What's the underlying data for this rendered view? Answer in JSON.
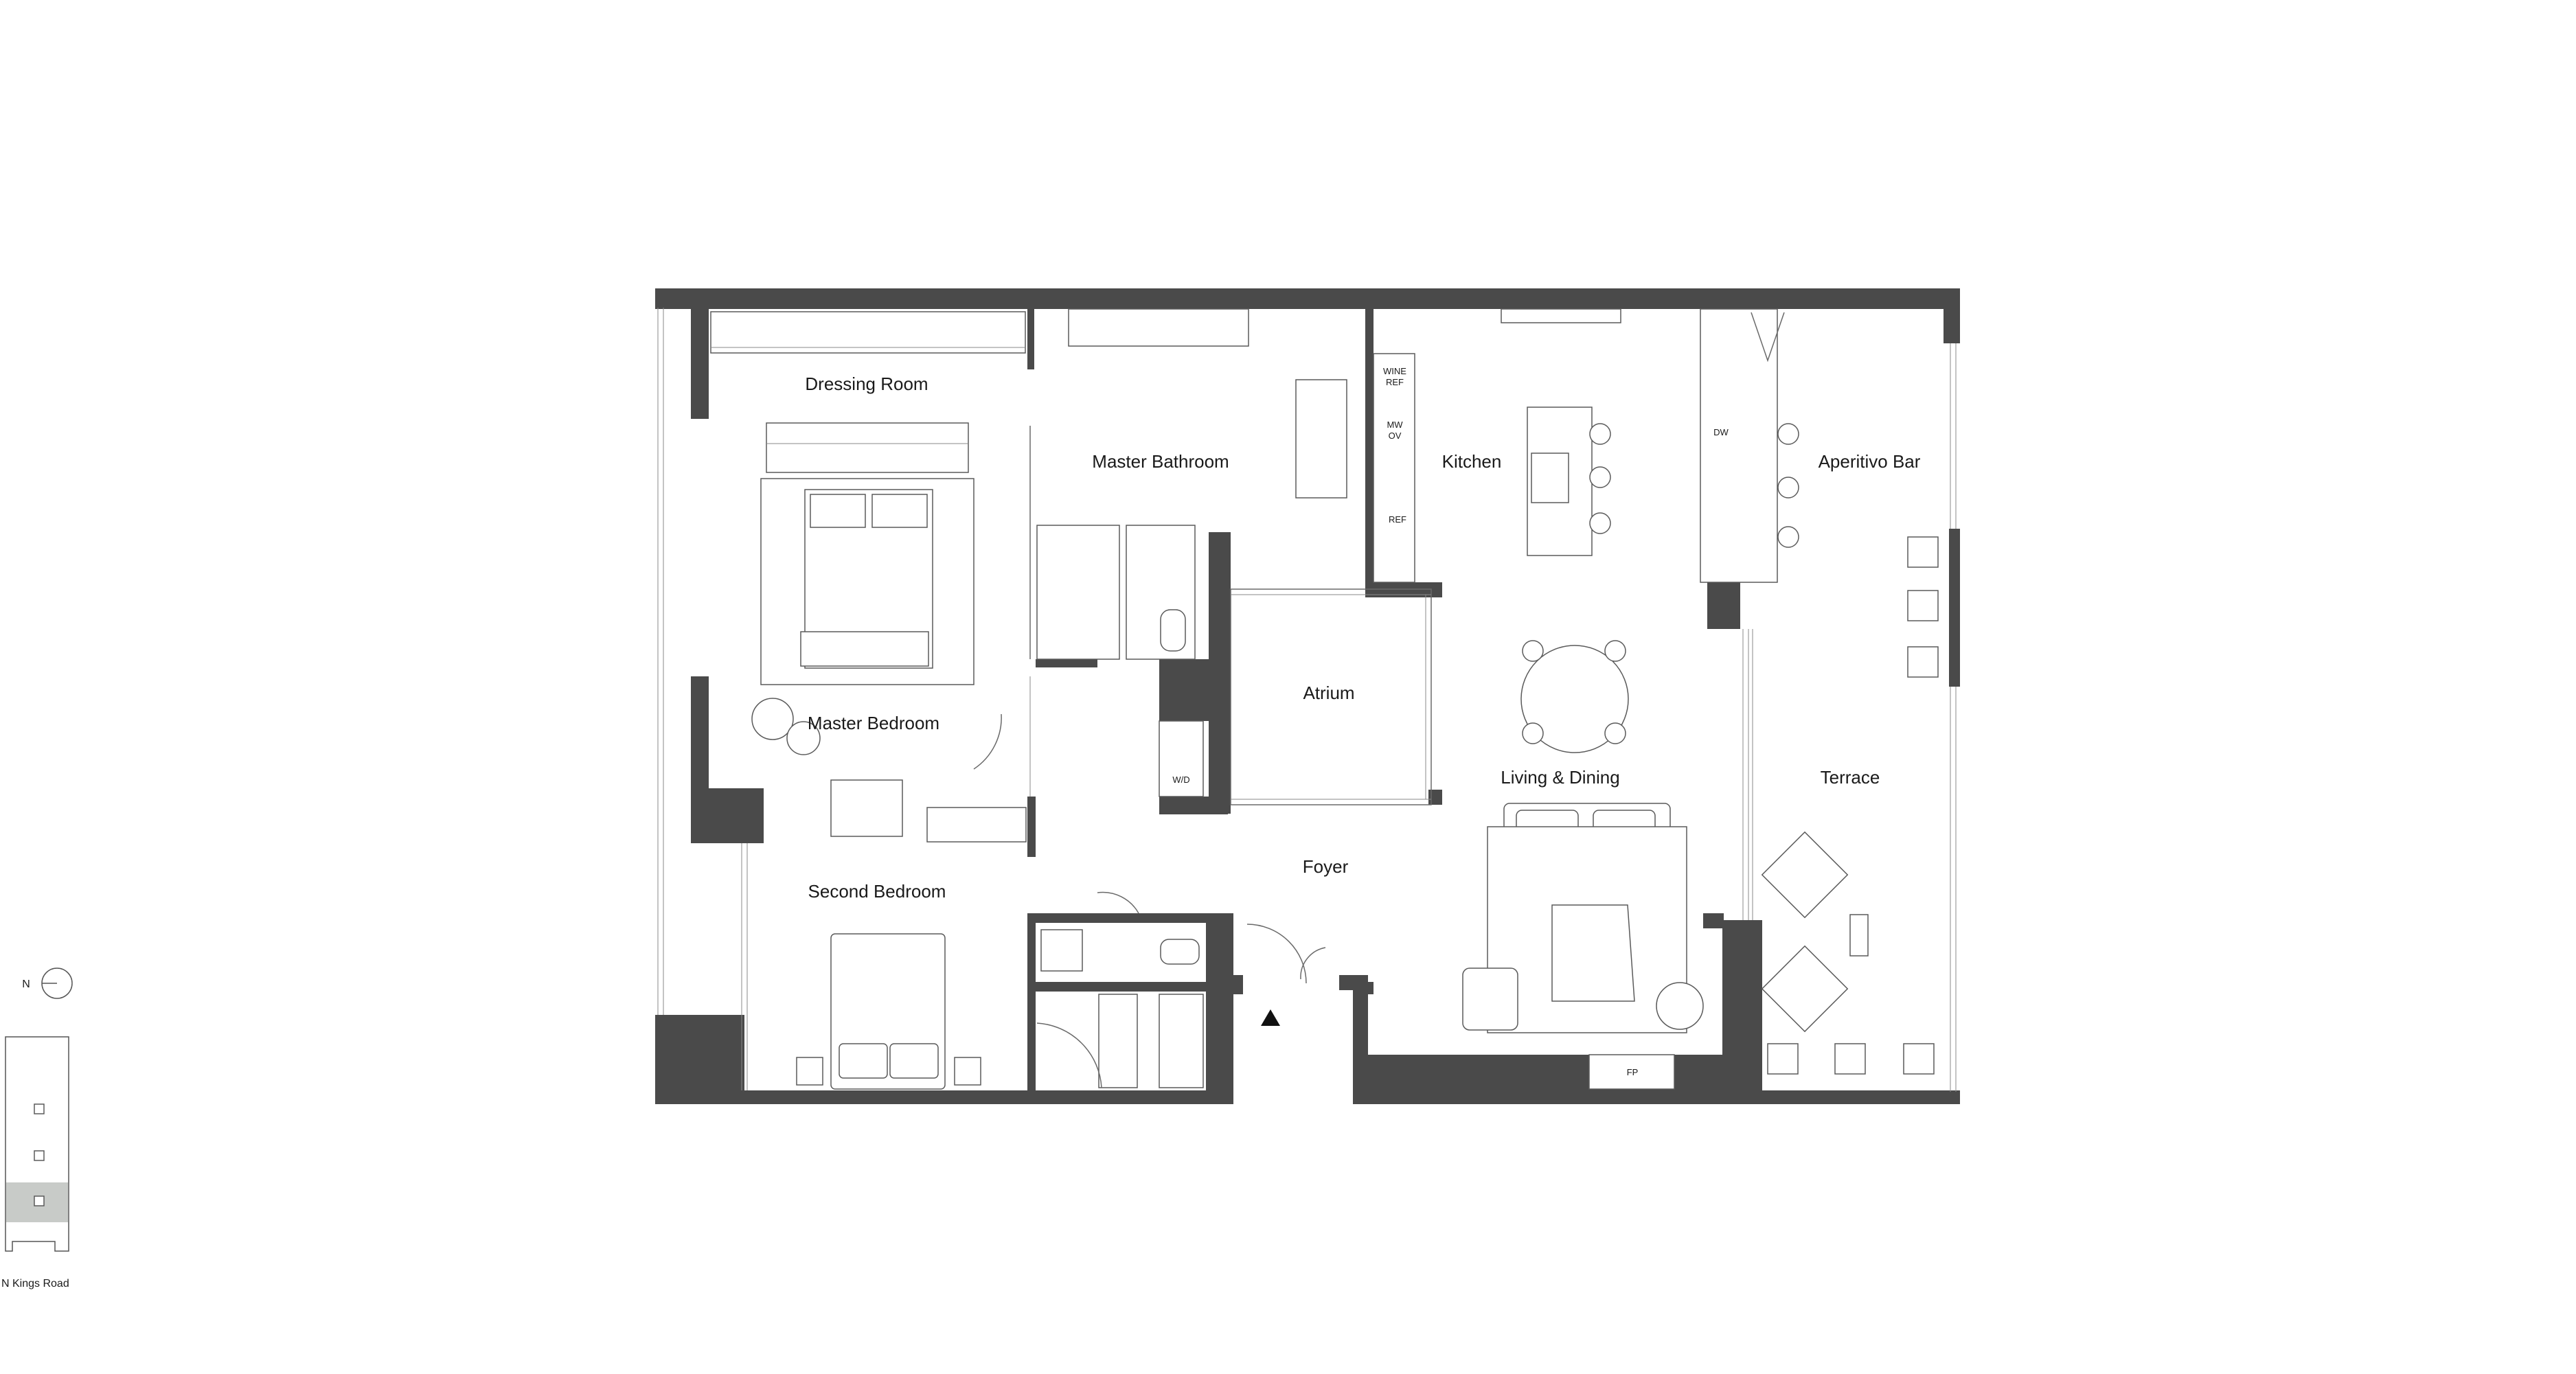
{
  "rooms": {
    "dressing_room": "Dressing Room",
    "master_bathroom": "Master Bathroom",
    "kitchen": "Kitchen",
    "aperitivo_bar": "Aperitivo Bar",
    "atrium": "Atrium",
    "master_bedroom": "Master Bedroom",
    "living_dining": "Living & Dining",
    "terrace": "Terrace",
    "foyer": "Foyer",
    "second_bedroom": "Second Bedroom"
  },
  "fixtures": {
    "wine_ref_line1": "WINE",
    "wine_ref_line2": "REF",
    "mw_ov_line1": "MW",
    "mw_ov_line2": "OV",
    "ref": "REF",
    "dw": "DW",
    "wd": "W/D",
    "fp": "FP"
  },
  "key_plan": {
    "north": "N",
    "street": "N Kings Road"
  },
  "colors": {
    "wall": "#4a4a4a",
    "highlight_unit": "#c8cbc8"
  },
  "icons": {
    "entry": "entry-arrow-icon",
    "compass": "north-compass-icon"
  }
}
